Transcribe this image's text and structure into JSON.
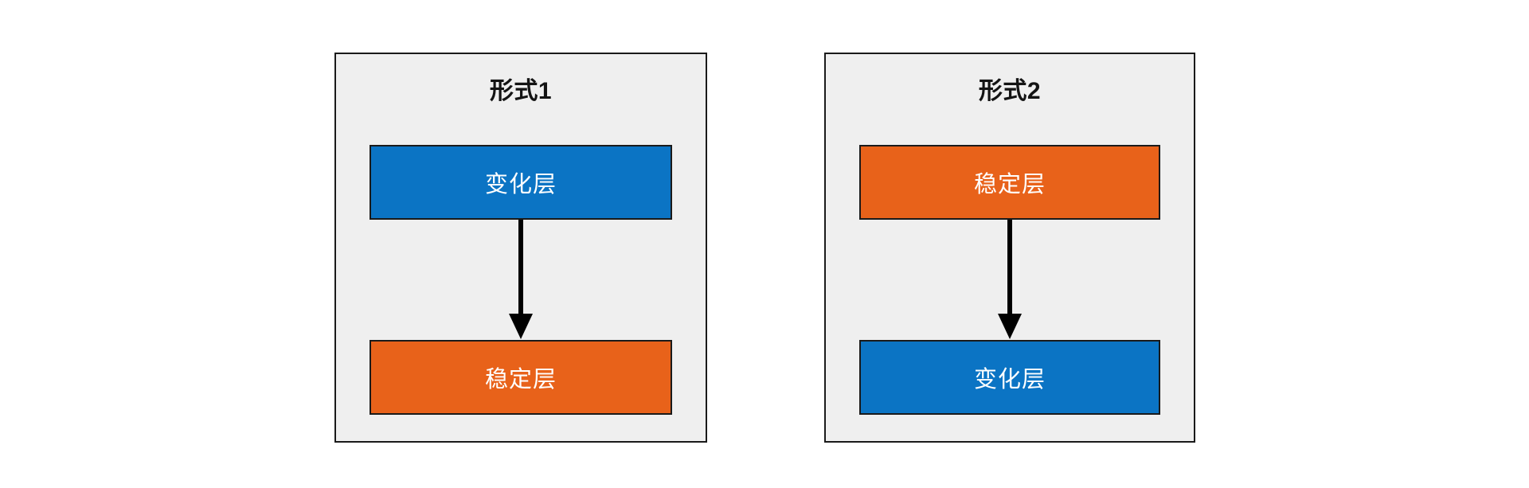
{
  "diagram": {
    "background_color": "#ffffff",
    "panel_fill": "#efefef",
    "panel_border_color": "#1a1a1a",
    "colors": {
      "blue": "#0b74c4",
      "orange": "#e8621a",
      "arrow": "#000000",
      "text_dark": "#141414",
      "text_light": "#ffffff"
    },
    "panels": [
      {
        "id": "form-1",
        "title": "形式1",
        "top_node": {
          "label": "变化层",
          "color": "#0b74c4",
          "role": "blue"
        },
        "bottom_node": {
          "label": "稳定层",
          "color": "#e8621a",
          "role": "orange"
        },
        "arrow": {
          "direction": "down",
          "from": "变化层",
          "to": "稳定层"
        }
      },
      {
        "id": "form-2",
        "title": "形式2",
        "top_node": {
          "label": "稳定层",
          "color": "#e8621a",
          "role": "orange"
        },
        "bottom_node": {
          "label": "变化层",
          "color": "#0b74c4",
          "role": "blue"
        },
        "arrow": {
          "direction": "down",
          "from": "稳定层",
          "to": "变化层"
        }
      }
    ]
  }
}
